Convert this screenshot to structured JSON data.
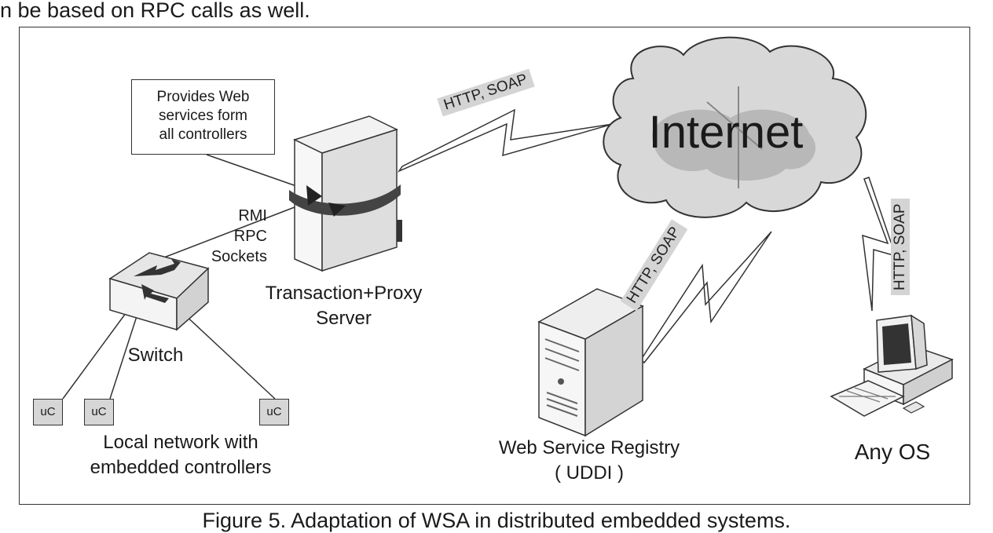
{
  "page": {
    "top_text": "n be based on RPC calls as well.",
    "caption": "Figure 5. Adaptation of WSA in distributed embedded systems."
  },
  "diagram": {
    "callout": "Provides Web\nservices form\nall controllers",
    "proxy_protocols": "RMI\nRPC\nSockets",
    "proxy_label": "Transaction+Proxy\nServer",
    "switch_label": "Switch",
    "uc_label": "uC",
    "local_network_label": "Local network with\nembedded controllers",
    "internet_label": "Internet",
    "link_proxy_internet": "HTTP, SOAP",
    "link_registry_internet": "HTTP, SOAP",
    "link_client_internet": "HTTP, SOAP",
    "registry_label": "Web Service Registry\n( UDDI )",
    "client_label": "Any OS"
  }
}
